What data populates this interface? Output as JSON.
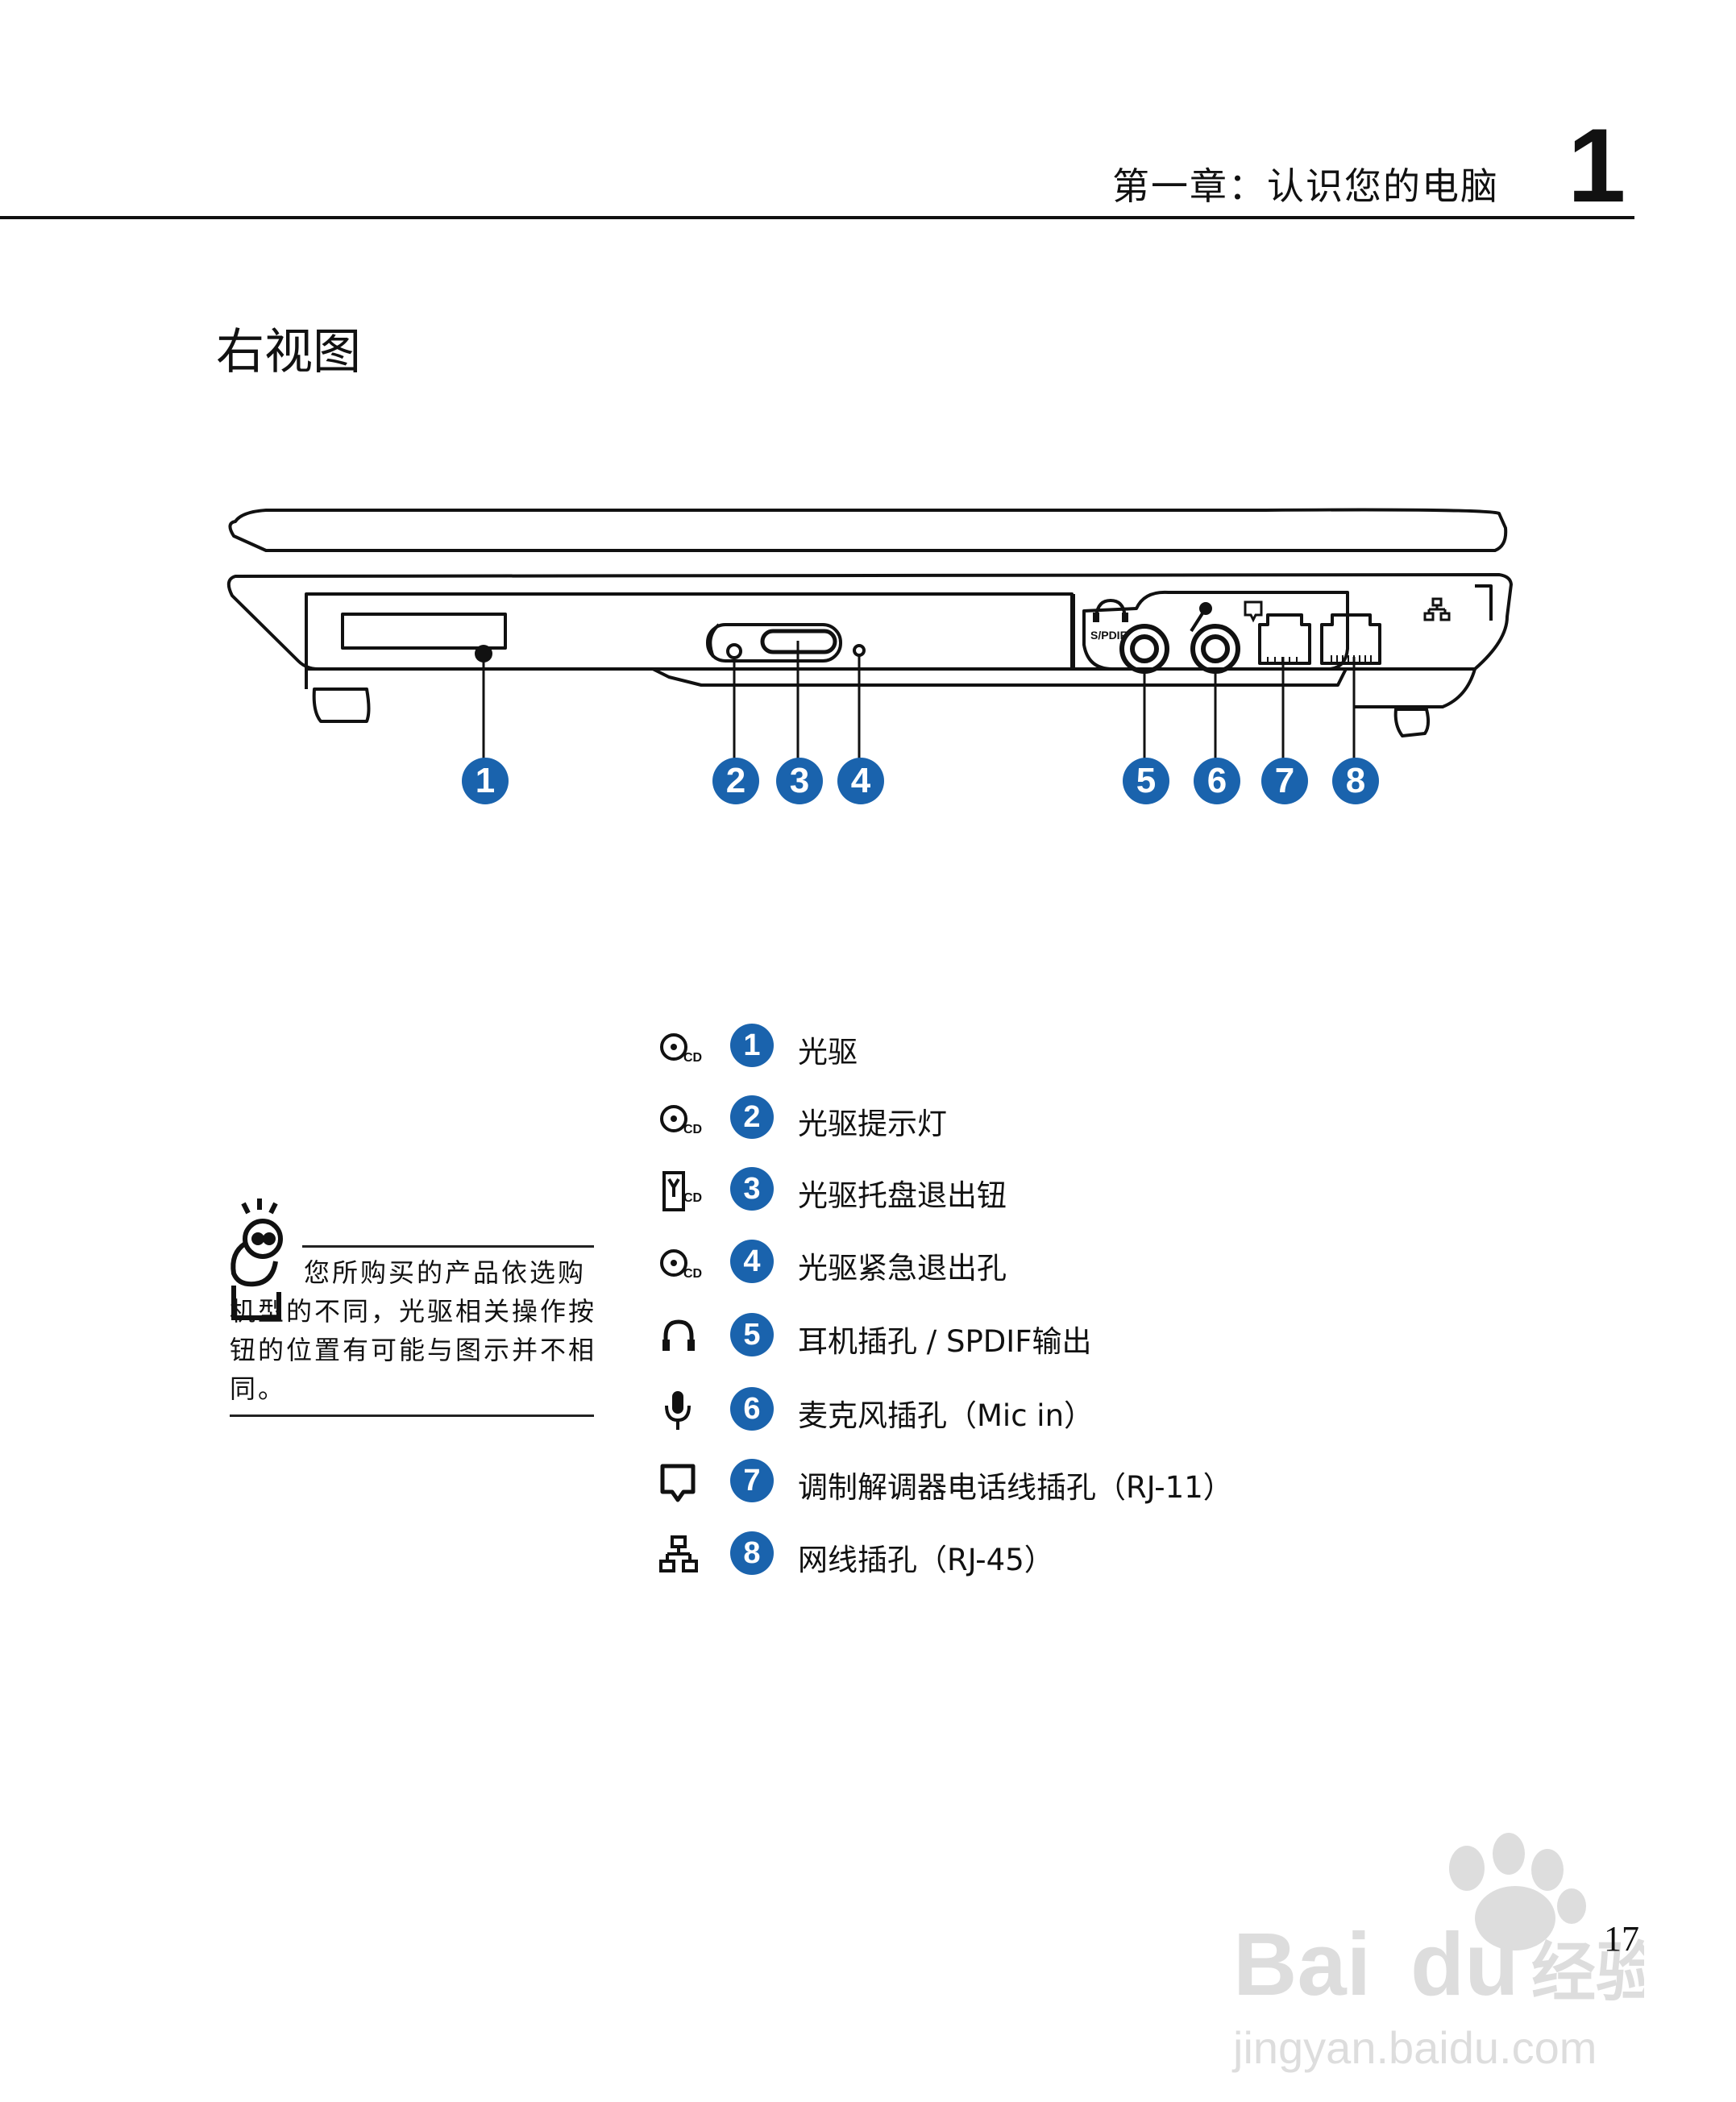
{
  "header": {
    "chapter_title": "第一章：认识您的电脑",
    "chapter_number": "1"
  },
  "section": {
    "title": "右视图"
  },
  "diagram": {
    "callouts": [
      "1",
      "2",
      "3",
      "4",
      "5",
      "6",
      "7",
      "8"
    ],
    "port_labels": {
      "spdif": "S/PDIF"
    }
  },
  "legend": [
    {
      "icon": "cd-icon",
      "number": "1",
      "label": "光驱"
    },
    {
      "icon": "cd-icon",
      "number": "2",
      "label": "光驱提示灯"
    },
    {
      "icon": "cd-eject-icon",
      "number": "3",
      "label": "光驱托盘退出钮"
    },
    {
      "icon": "cd-icon",
      "number": "4",
      "label": "光驱紧急退出孔"
    },
    {
      "icon": "headphone-icon",
      "number": "5",
      "label": "耳机插孔 /  SPDIF输出"
    },
    {
      "icon": "microphone-icon",
      "number": "6",
      "label": "麦克风插孔（Mic in）"
    },
    {
      "icon": "modem-icon",
      "number": "7",
      "label": "调制解调器电话线插孔（RJ-11）"
    },
    {
      "icon": "network-icon",
      "number": "8",
      "label": "网线插孔（RJ-45）"
    }
  ],
  "note": {
    "icon": "tip-figure-icon",
    "text": "您所购买的产品依选购机型的不同，光驱相关操作按钮的位置有可能与图示并不相同。"
  },
  "footer": {
    "page_number": "17"
  },
  "watermark": {
    "logo_text": "Bai du 经验",
    "url": "jingyan.baidu.com"
  },
  "colors": {
    "callout_blue": "#1a63ad",
    "text": "#111111"
  }
}
